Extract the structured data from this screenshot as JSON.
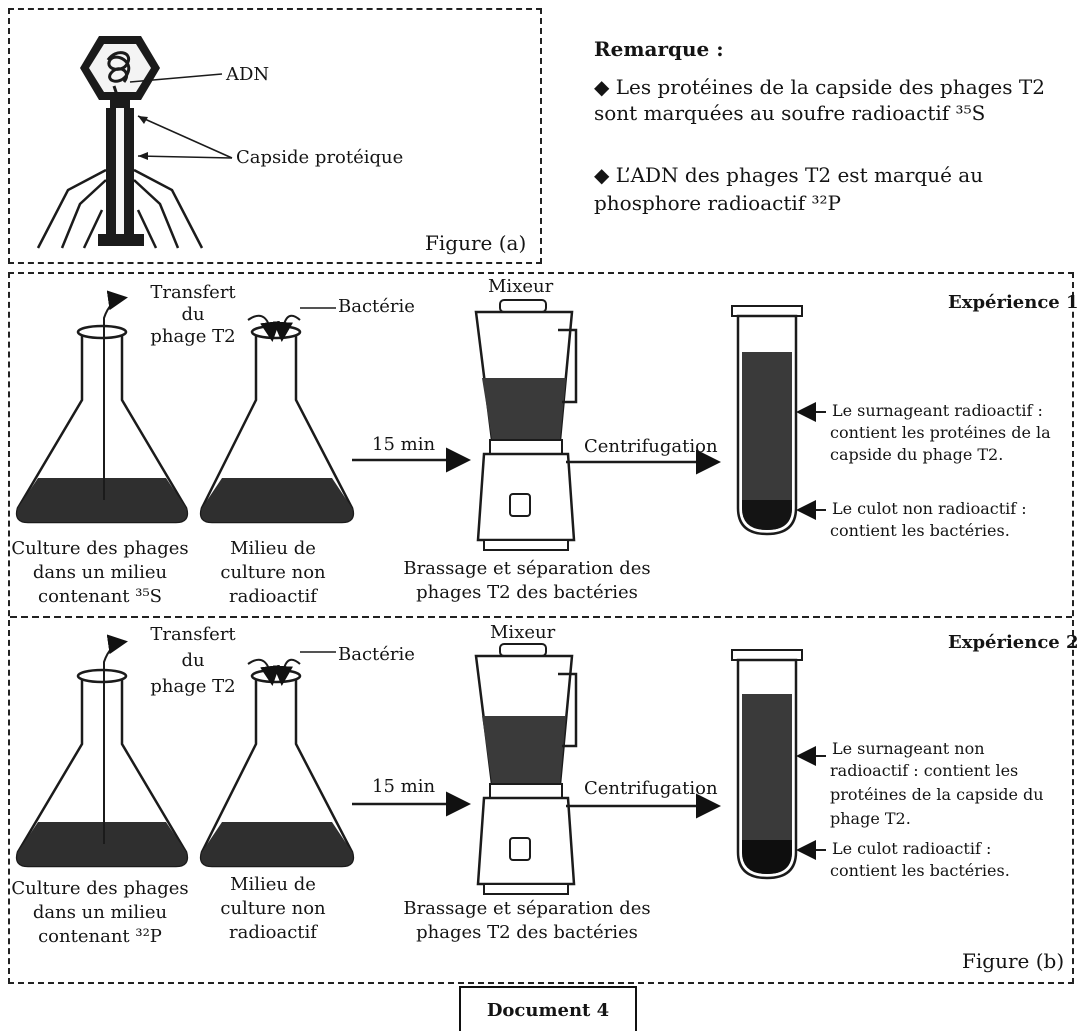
{
  "figure_a": {
    "label_adn": "ADN",
    "label_capside": "Capside protéique",
    "caption": "Figure (a)",
    "remarque_title": "Remarque :",
    "remarque_1_line1": "◆ Les protéines de la capside des phages T2",
    "remarque_1_line2": "sont marquées au soufre radioactif ³⁵S",
    "remarque_2_line1": "◆ L’ADN des phages T2 est marqué au",
    "remarque_2_line2": "phosphore radioactif ³²P"
  },
  "exp1": {
    "title": "Expérience 1",
    "transfert_1": "Transfert",
    "transfert_2": "du",
    "transfert_3": "phage T2",
    "bacterie": "Bactérie",
    "mixeur": "Mixeur",
    "time": "15 min",
    "centrifugation": "Centrifugation",
    "flask1_caption": [
      "Culture des phages",
      "dans un milieu",
      "contenant ³⁵S"
    ],
    "flask2_caption": [
      "Milieu de",
      "culture non",
      "radioactif"
    ],
    "mixer_caption": [
      "Brassage et séparation des",
      "phages T2 des bactéries"
    ],
    "supernatant": [
      "Le surnageant radioactif :",
      "contient les protéines de la",
      "capside du phage T2."
    ],
    "pellet": [
      "Le culot non radioactif :",
      "contient les bactéries."
    ]
  },
  "exp2": {
    "title": "Expérience 2",
    "transfert_1": "Transfert",
    "transfert_2": "du",
    "transfert_3": "phage T2",
    "bacterie": "Bactérie",
    "mixeur": "Mixeur",
    "time": "15 min",
    "centrifugation": "Centrifugation",
    "flask1_caption": [
      "Culture des phages",
      "dans un milieu",
      "contenant ³²P"
    ],
    "flask2_caption": [
      "Milieu de",
      "culture non",
      "radioactif"
    ],
    "mixer_caption": [
      "Brassage et séparation des",
      "phages T2 des bactéries"
    ],
    "supernatant": [
      "Le surnageant non",
      "radioactif : contient les",
      "protéines de la capside du",
      "phage T2."
    ],
    "pellet": [
      "Le culot radioactif :",
      "contient les bactéries."
    ]
  },
  "figure_b_caption": "Figure (b)",
  "document_label": "Document 4"
}
